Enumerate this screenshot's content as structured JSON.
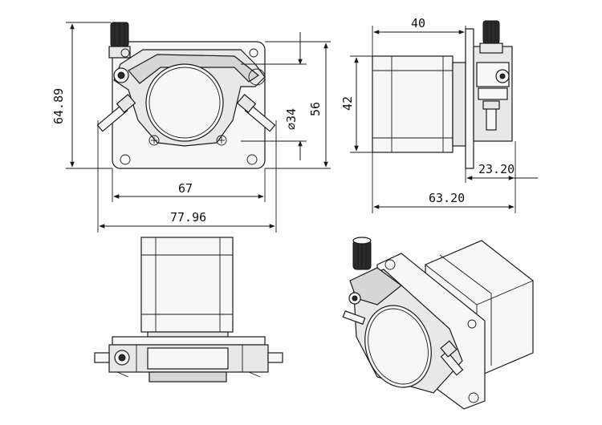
{
  "dimensions": {
    "front_height": "64.89",
    "rotor_diameter": "∅34",
    "mount_height": "56",
    "front_width_inner": "67",
    "front_width_outer": "77.96",
    "side_depth_motor": "40",
    "side_motor_height": "42",
    "side_pump_depth": "23.20",
    "side_total_depth": "63.20"
  },
  "colors": {
    "line": "#1a1a1a",
    "body_fill": "#e8e8e8",
    "knob_fill": "#2a2a2a"
  }
}
